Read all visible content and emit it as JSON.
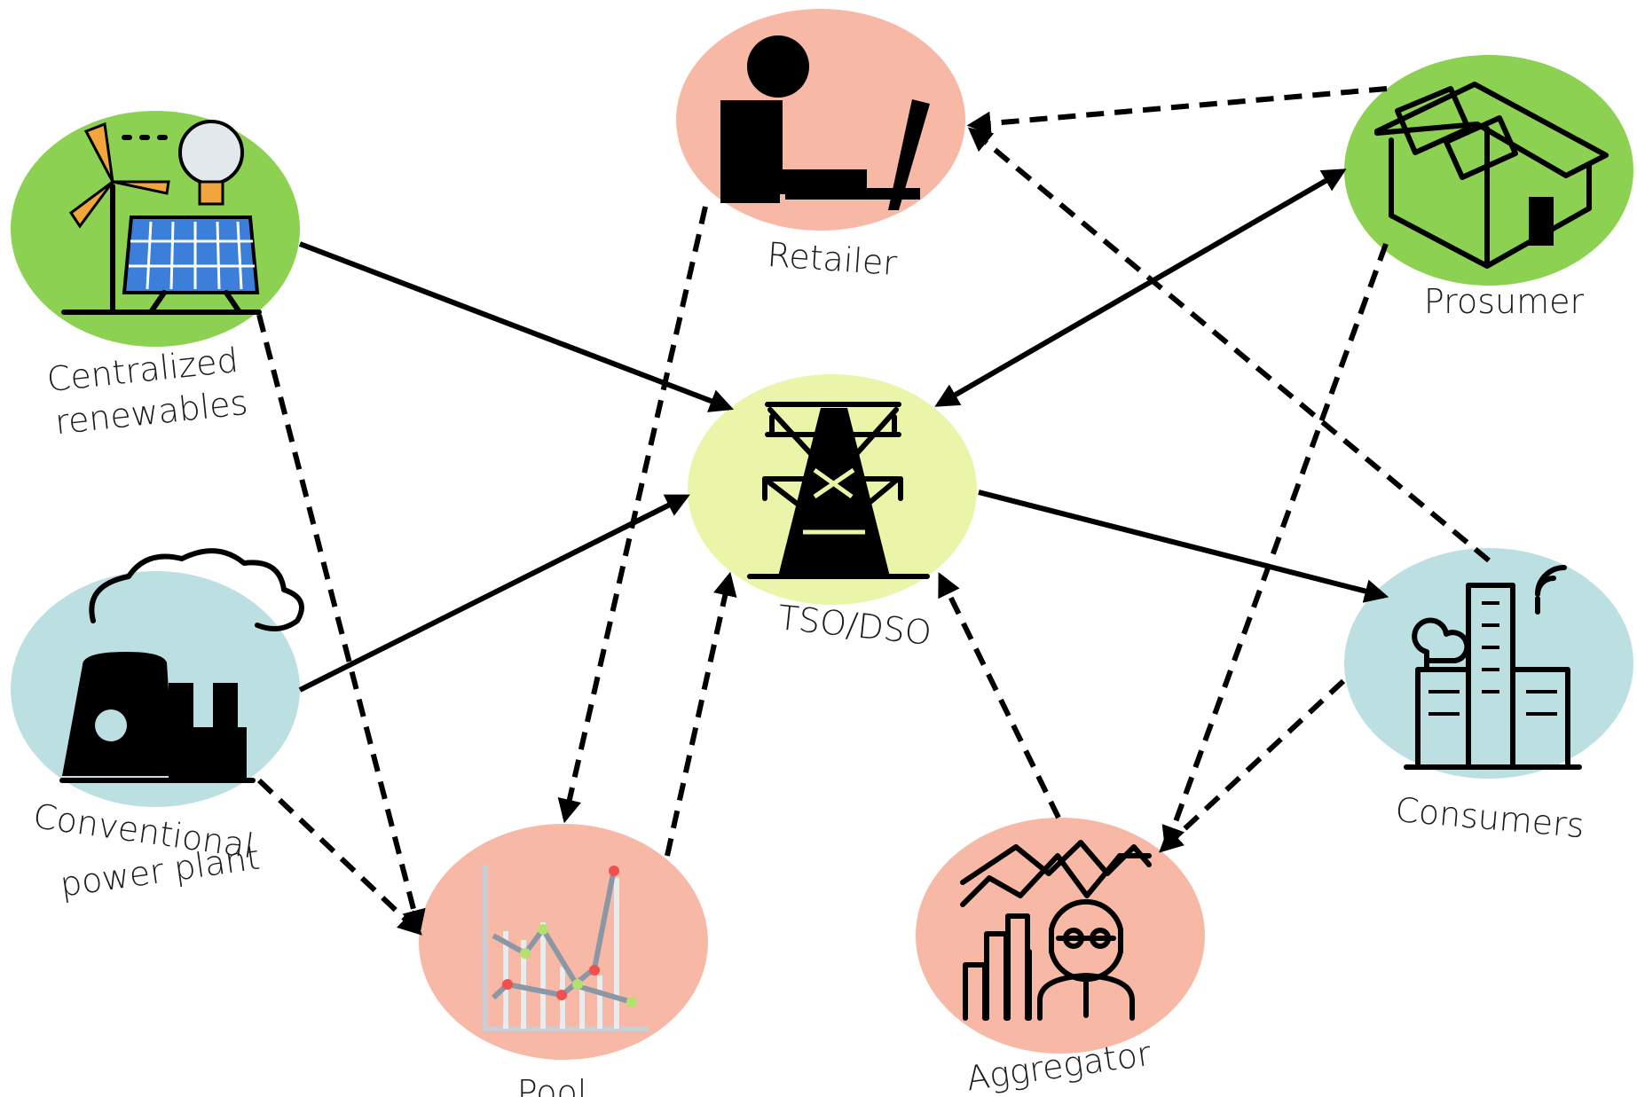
{
  "colors": {
    "green": "#8cd152",
    "pink": "#f7b9a6",
    "lightblue": "#bcdfe2",
    "yellow": "#eaf5a9",
    "arrow": "#000000"
  },
  "nodes": {
    "retailer": {
      "label": "Retailer",
      "color": "pink",
      "icon": "person-laptop-icon"
    },
    "prosumer": {
      "label": "Prosumer",
      "color": "green",
      "icon": "solar-house-icon"
    },
    "centralized": {
      "label_line1": "Centralized",
      "label_line2": "renewables",
      "color": "green",
      "icon": "wind-solar-bulb-icon"
    },
    "tso": {
      "label": "TSO/DSO",
      "color": "yellow",
      "icon": "transmission-tower-icon"
    },
    "conventional": {
      "label_line1": "Conventional",
      "label_line2": "power plant",
      "color": "lightblue",
      "icon": "power-plant-icon"
    },
    "consumers": {
      "label": "Consumers",
      "color": "lightblue",
      "icon": "city-buildings-icon"
    },
    "pool": {
      "label": "Pool",
      "color": "pink",
      "icon": "line-chart-icon"
    },
    "aggregator": {
      "label": "Aggregator",
      "color": "pink",
      "icon": "businessman-chart-icon"
    }
  },
  "edges": [
    {
      "from": "centralized",
      "to": "tso",
      "style": "solid"
    },
    {
      "from": "conventional",
      "to": "tso",
      "style": "solid"
    },
    {
      "from": "tso",
      "to": "prosumer",
      "style": "solid",
      "bidirectional": true
    },
    {
      "from": "tso",
      "to": "consumers",
      "style": "solid"
    },
    {
      "from": "prosumer",
      "to": "retailer",
      "style": "dashed"
    },
    {
      "from": "consumers",
      "to": "retailer",
      "style": "dashed"
    },
    {
      "from": "retailer",
      "to": "pool",
      "style": "dashed"
    },
    {
      "from": "centralized",
      "to": "pool",
      "style": "dashed"
    },
    {
      "from": "conventional",
      "to": "pool",
      "style": "dashed"
    },
    {
      "from": "pool",
      "to": "tso",
      "style": "dashed"
    },
    {
      "from": "aggregator",
      "to": "tso",
      "style": "dashed"
    },
    {
      "from": "prosumer",
      "to": "aggregator",
      "style": "dashed"
    },
    {
      "from": "consumers",
      "to": "aggregator",
      "style": "dashed"
    }
  ]
}
